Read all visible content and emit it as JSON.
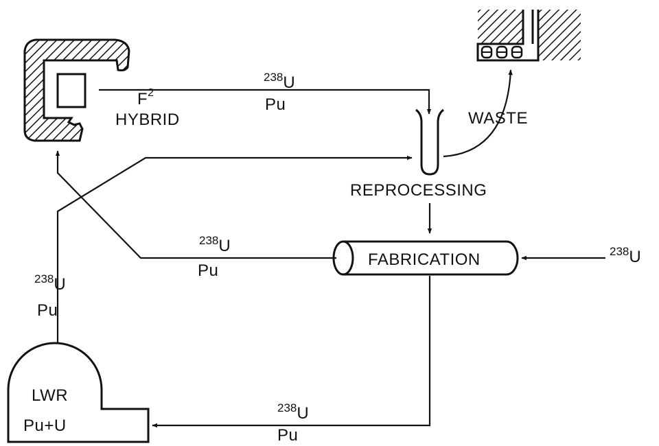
{
  "hybrid": {
    "name_base": "F",
    "name_sup": "2",
    "subtitle": "HYBRID"
  },
  "stream_hybrid_out": {
    "mass": "238",
    "element": "U",
    "second": "Pu"
  },
  "reprocessing": {
    "label": "REPROCESSING"
  },
  "waste": {
    "label": "WASTE"
  },
  "fabrication": {
    "label": "FABRICATION"
  },
  "stream_fab_to_hybrid": {
    "mass": "238",
    "element": "U",
    "second": "Pu"
  },
  "stream_feed": {
    "mass": "238",
    "element": "U"
  },
  "stream_lwr_out": {
    "mass": "238",
    "element": "U",
    "second": "Pu"
  },
  "lwr": {
    "name": "LWR",
    "fuel": "Pu+U"
  },
  "stream_fab_to_lwr": {
    "mass": "238",
    "element": "U",
    "second": "Pu"
  },
  "colors": {
    "ink": "#111111",
    "background": "#ffffff"
  }
}
